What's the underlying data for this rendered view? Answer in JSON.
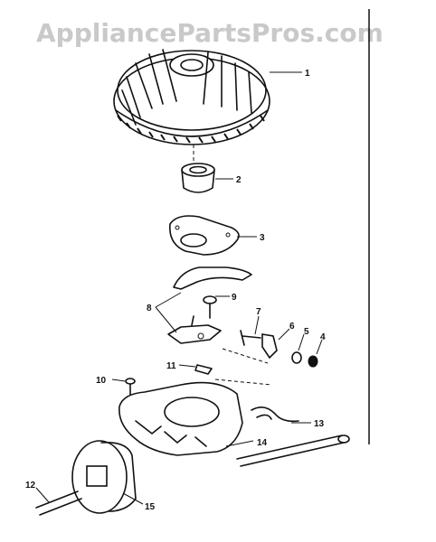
{
  "watermark": "AppliancePartsPros.com",
  "callouts": [
    "1",
    "2",
    "3",
    "8",
    "9",
    "7",
    "6",
    "5",
    "4",
    "11",
    "10",
    "13",
    "14",
    "12",
    "15"
  ]
}
